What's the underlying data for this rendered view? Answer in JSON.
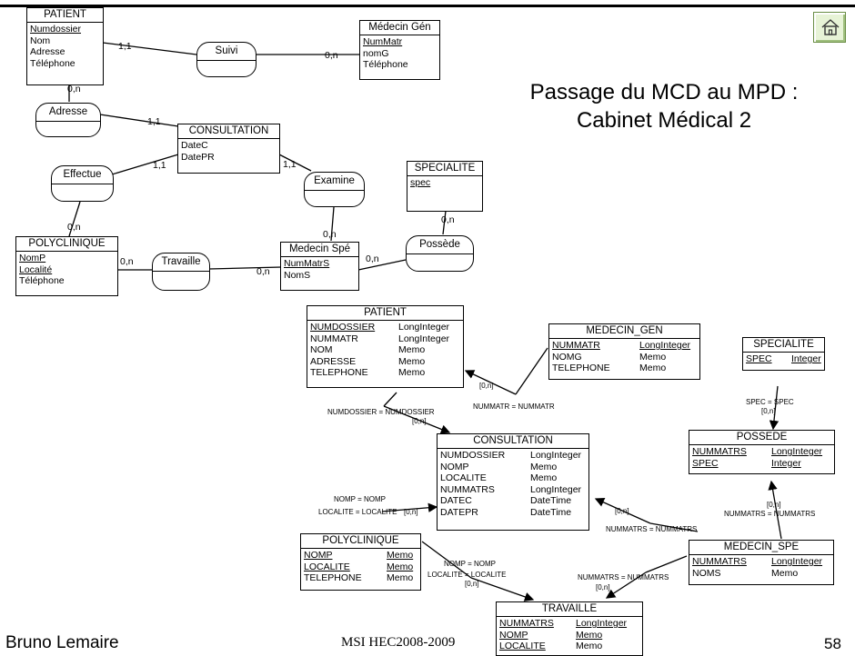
{
  "title": {
    "line1": "Passage du MCD au MPD :",
    "line2": "Cabinet Médical 2"
  },
  "footer": {
    "author": "Bruno Lemaire",
    "course": "MSI HEC2008-2009",
    "page": "58"
  },
  "icons": {
    "home": "home-icon"
  },
  "mcd": {
    "patient": {
      "name": "PATIENT",
      "fields": [
        "Numdossier",
        "Nom",
        "Adresse",
        "Téléphone"
      ]
    },
    "medecin_gen": {
      "name": "Médecin Gén",
      "fields": [
        "NumMatr",
        "nomG",
        "Téléphone"
      ]
    },
    "consultation": {
      "name": "CONSULTATION",
      "fields": [
        "DateC",
        "DatePR"
      ]
    },
    "specialite": {
      "name": "SPECIALITE",
      "fields": [
        "spec"
      ]
    },
    "polyclinique": {
      "name": "POLYCLINIQUE",
      "fields": [
        "NomP",
        "Localité",
        "Téléphone"
      ]
    },
    "medecin_spe": {
      "name": "Medecin Spé",
      "fields": [
        "NumMatrS",
        "NomS"
      ]
    },
    "associations": {
      "suivi": "Suivi",
      "adresse": "Adresse",
      "effectue": "Effectue",
      "examine": "Examine",
      "travaille": "Travaille",
      "possede": "Possède"
    },
    "cardinalities": {
      "patient_suivi": "1,1",
      "suivi_medgen": "0,n",
      "patient_adresse": "0,n",
      "adresse_consult": "1,1",
      "consult_effectue": "1,1",
      "effectue_poly": "0,n",
      "consult_examine": "1,1",
      "examine_medspe": "0,n",
      "poly_travaille": "0,n",
      "travaille_medspe": "0,n",
      "medspe_possede": "0,n",
      "possede_spec": "0,n"
    }
  },
  "mpd": {
    "patient": {
      "name": "PATIENT",
      "rows": [
        {
          "field": "NUMDOSSIER",
          "type": "LongInteger",
          "key": true
        },
        {
          "field": "NUMMATR",
          "type": "LongInteger",
          "key": false
        },
        {
          "field": "NOM",
          "type": "Memo",
          "key": false
        },
        {
          "field": "ADRESSE",
          "type": "Memo",
          "key": false
        },
        {
          "field": "TELEPHONE",
          "type": "Memo",
          "key": false
        }
      ]
    },
    "medecin_gen": {
      "name": "MEDECIN_GEN",
      "rows": [
        {
          "field": "NUMMATR",
          "type": "LongInteger",
          "key": true
        },
        {
          "field": "NOMG",
          "type": "Memo",
          "key": false
        },
        {
          "field": "TELEPHONE",
          "type": "Memo",
          "key": false
        }
      ]
    },
    "specialite": {
      "name": "SPECIALITE",
      "rows": [
        {
          "field": "SPEC",
          "type": "Integer",
          "key": true
        }
      ]
    },
    "consultation": {
      "name": "CONSULTATION",
      "rows": [
        {
          "field": "NUMDOSSIER",
          "type": "LongInteger",
          "key": false
        },
        {
          "field": "NOMP",
          "type": "Memo",
          "key": false
        },
        {
          "field": "LOCALITE",
          "type": "Memo",
          "key": false
        },
        {
          "field": "NUMMATRS",
          "type": "LongInteger",
          "key": false
        },
        {
          "field": "DATEC",
          "type": "DateTime",
          "key": false
        },
        {
          "field": "DATEPR",
          "type": "DateTime",
          "key": false
        }
      ]
    },
    "possede": {
      "name": "POSSEDE",
      "rows": [
        {
          "field": "NUMMATRS",
          "type": "LongInteger",
          "key": true
        },
        {
          "field": "SPEC",
          "type": "Integer",
          "key": true
        }
      ]
    },
    "polyclinique": {
      "name": "POLYCLINIQUE",
      "rows": [
        {
          "field": "NOMP",
          "type": "Memo",
          "key": true
        },
        {
          "field": "LOCALITE",
          "type": "Memo",
          "key": true
        },
        {
          "field": "TELEPHONE",
          "type": "Memo",
          "key": false
        }
      ]
    },
    "medecin_spe": {
      "name": "MEDECIN_SPE",
      "rows": [
        {
          "field": "NUMMATRS",
          "type": "LongInteger",
          "key": true
        },
        {
          "field": "NOMS",
          "type": "Memo",
          "key": false
        }
      ]
    },
    "travaille": {
      "name": "TRAVAILLE",
      "rows": [
        {
          "field": "NUMMATRS",
          "type": "LongInteger",
          "key": true
        },
        {
          "field": "NOMP",
          "type": "Memo",
          "key": true
        },
        {
          "field": "LOCALITE",
          "type": "Memo",
          "key": true
        }
      ]
    },
    "joins": {
      "nummatr": "NUMMATR = NUMMATR",
      "numdossier": "NUMDOSSIER = NUMDOSSIER",
      "spec": "SPEC = SPEC",
      "nomp_1": "NOMP = NOMP",
      "localite_1": "LOCALITE = LOCALITE",
      "nummatrs_1": "NUMMATRS = NUMMATRS",
      "nummatrs_2": "NUMMATRS = NUMMATRS",
      "nummatrs_3": "NUMMATRS = NUMMATRS",
      "nomp_2": "NOMP = NOMP",
      "localite_2": "LOCALITE = LOCALITE"
    },
    "cardinality": "[0,n]"
  }
}
